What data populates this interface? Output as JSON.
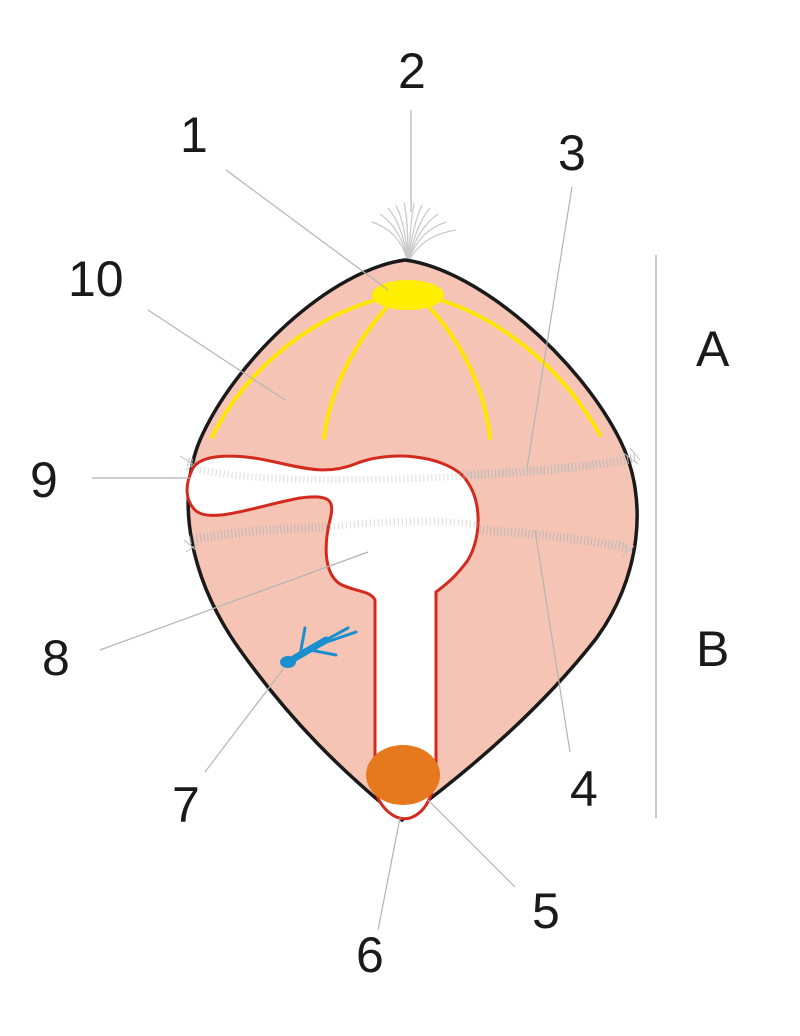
{
  "labels": {
    "n1": "1",
    "n2": "2",
    "n3": "3",
    "n4": "4",
    "n5": "5",
    "n6": "6",
    "n7": "7",
    "n8": "8",
    "n9": "9",
    "n10": "10",
    "zone_a": "A",
    "zone_b": "B"
  },
  "colors": {
    "body_fill": "#f6c4b4",
    "body_outline": "#1a1a1a",
    "canal_outline": "#d42a1e",
    "apical_organ": "#ffee00",
    "statocyst_nerves": "#ffe600",
    "stomach_bulb": "#e6781e",
    "blue_organ": "#1a8fd0",
    "leader_lines": "#b4b4b4"
  }
}
